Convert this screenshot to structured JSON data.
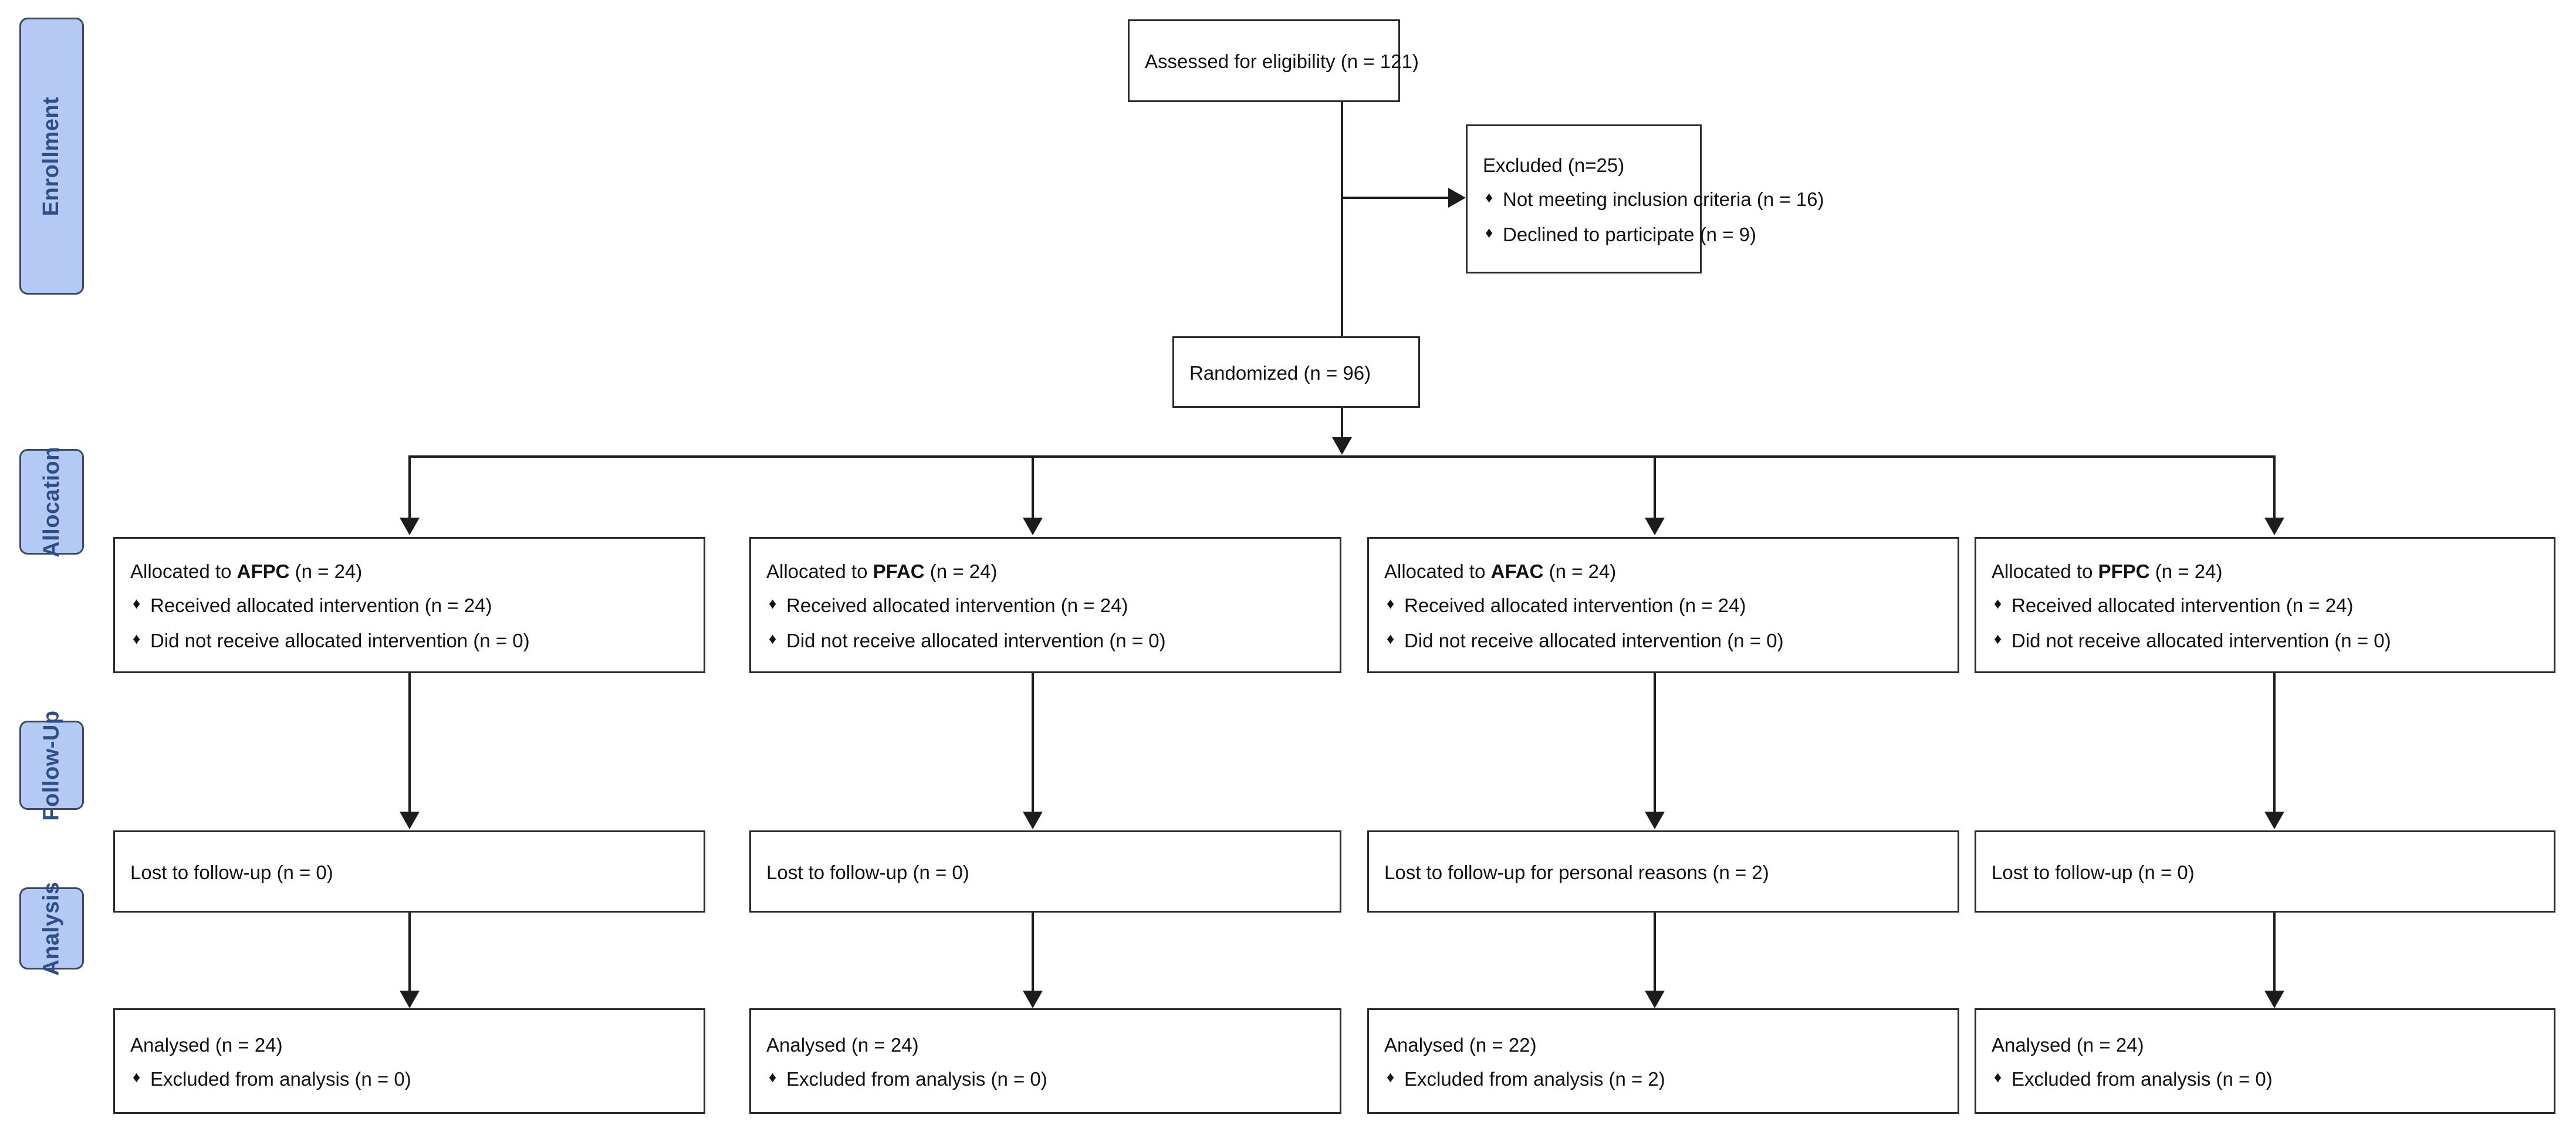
{
  "diagram": {
    "title": "CONSORT Participant Flow Diagram",
    "colors": {
      "stage_fill": "#b4caf5",
      "stage_border": "#3d4a5c",
      "stage_text": "#2f4e86",
      "box_border": "#2b2b2b",
      "connector": "#1c1c1c",
      "page_background": "#ffffff"
    }
  },
  "stages": [
    {
      "label": "Enrollment"
    },
    {
      "label": "Allocation"
    },
    {
      "label": "Follow-Up"
    },
    {
      "label": "Analysis"
    }
  ],
  "enrollment": {
    "assessed": {
      "headline": "Assessed for eligibility (n = 121)"
    },
    "excluded": {
      "headline": "Excluded (n=25)",
      "bullet_glyph": "♦",
      "items": [
        "Not meeting inclusion criteria (n = 16)",
        "Declined to participate (n = 9)"
      ]
    },
    "randomized": {
      "headline": "Randomized (n = 96)"
    }
  },
  "arms": [
    {
      "code": "AFPC",
      "allocation": {
        "prefix": "Allocated to ",
        "group": "AFPC",
        "suffix": " (n = 24)",
        "bullet_glyph": "♦",
        "items": [
          "Received allocated intervention (n = 24)",
          "Did not receive allocated intervention (n = 0)"
        ]
      },
      "followup": {
        "headline": "Lost to follow-up (n = 0)"
      },
      "analysis": {
        "headline": "Analysed (n = 24)",
        "bullet_glyph": "♦",
        "items": [
          "Excluded from analysis (n = 0)"
        ]
      }
    },
    {
      "code": "PFAC",
      "allocation": {
        "prefix": "Allocated to ",
        "group": "PFAC",
        "suffix": " (n = 24)",
        "bullet_glyph": "♦",
        "items": [
          "Received allocated intervention (n = 24)",
          "Did not receive allocated intervention (n = 0)"
        ]
      },
      "followup": {
        "headline": "Lost to follow-up (n = 0)"
      },
      "analysis": {
        "headline": "Analysed (n = 24)",
        "bullet_glyph": "♦",
        "items": [
          "Excluded from analysis (n = 0)"
        ]
      }
    },
    {
      "code": "AFAC",
      "allocation": {
        "prefix": "Allocated to ",
        "group": "AFAC",
        "suffix": " (n = 24)",
        "bullet_glyph": "♦",
        "items": [
          "Received allocated intervention (n = 24)",
          "Did not receive allocated intervention (n = 0)"
        ]
      },
      "followup": {
        "headline": "Lost to follow-up for personal reasons (n = 2)"
      },
      "analysis": {
        "headline": "Analysed (n = 22)",
        "bullet_glyph": "♦",
        "items": [
          "Excluded from analysis (n = 2)"
        ]
      }
    },
    {
      "code": "PFPC",
      "allocation": {
        "prefix": "Allocated to ",
        "group": "PFPC",
        "suffix": " (n = 24)",
        "bullet_glyph": "♦",
        "items": [
          "Received allocated intervention (n = 24)",
          "Did not receive allocated intervention (n = 0)"
        ]
      },
      "followup": {
        "headline": "Lost to follow-up (n = 0)"
      },
      "analysis": {
        "headline": "Analysed (n = 24)",
        "bullet_glyph": "♦",
        "items": [
          "Excluded from analysis (n = 0)"
        ]
      }
    }
  ]
}
